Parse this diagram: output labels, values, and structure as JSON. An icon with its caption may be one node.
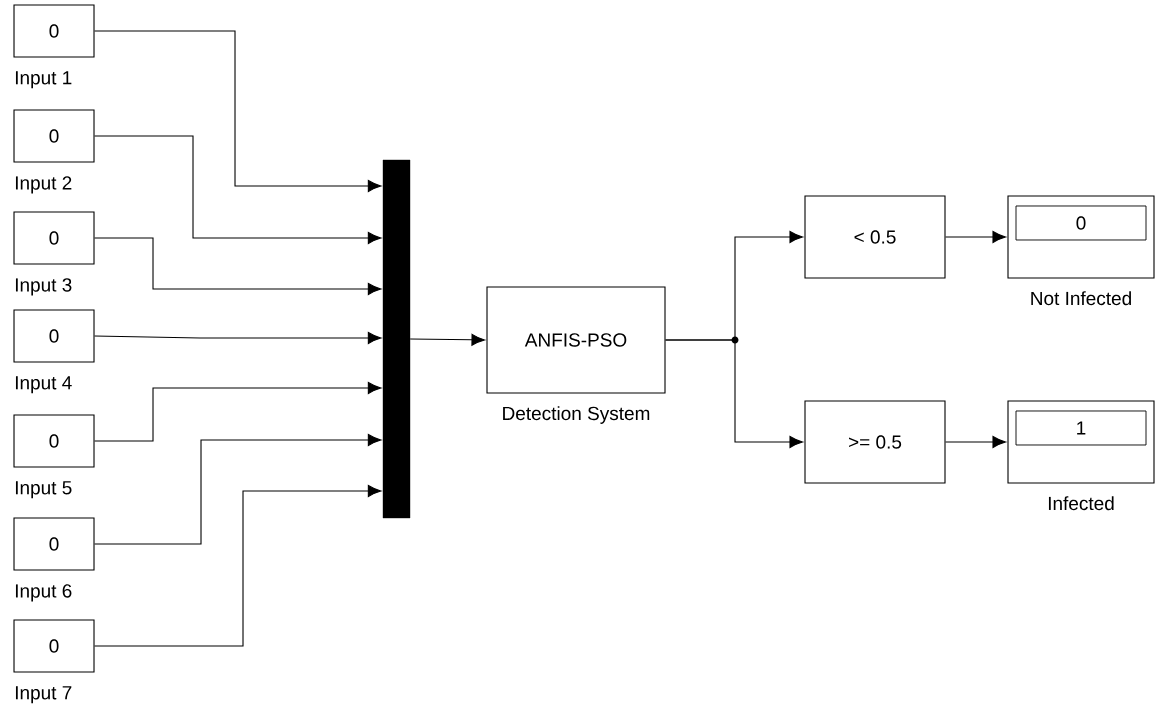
{
  "diagram": {
    "nodes": [
      {
        "text": [
          "0"
        ],
        "beside": [
          "Input 1"
        ]
      },
      {
        "text": [
          "0"
        ],
        "beside": [
          "Input 2"
        ]
      },
      {
        "text": [
          "0"
        ],
        "beside": [
          "Input 3"
        ]
      },
      {
        "text": [
          "0"
        ],
        "beside": [
          "Input 4"
        ]
      },
      {
        "text": [
          "0"
        ],
        "beside": [
          "Input 5"
        ]
      },
      {
        "text": [
          "0"
        ],
        "beside": [
          "Input 6"
        ]
      },
      {
        "text": [
          "0"
        ],
        "beside": [
          "Input 7"
        ]
      },
      {
        "text": [],
        "shape": "bar"
      },
      {
        "text": [
          "ANFIS-PSO"
        ],
        "beside": [
          "Detection System"
        ]
      },
      {
        "text": [
          "< 0.5"
        ]
      },
      {
        "text": [
          ">= 0.5"
        ]
      },
      {
        "text": [
          "0"
        ],
        "beside": [
          "Not Infected"
        ]
      },
      {
        "text": [
          "1"
        ],
        "beside": [
          "Infected"
        ]
      }
    ],
    "edges": [
      {
        "from": 0,
        "to": 7,
        "arrow": "to"
      },
      {
        "from": 1,
        "to": 7,
        "arrow": "to"
      },
      {
        "from": 2,
        "to": 7,
        "arrow": "to"
      },
      {
        "from": 3,
        "to": 7,
        "arrow": "to"
      },
      {
        "from": 4,
        "to": 7,
        "arrow": "to"
      },
      {
        "from": 5,
        "to": 7,
        "arrow": "to"
      },
      {
        "from": 6,
        "to": 7,
        "arrow": "to"
      },
      {
        "from": 7,
        "to": 8,
        "arrow": "to"
      },
      {
        "from": 8,
        "to": 9,
        "arrow": "to"
      },
      {
        "from": 8,
        "to": 10,
        "arrow": "to"
      },
      {
        "from": 9,
        "to": 11,
        "arrow": "to"
      },
      {
        "from": 10,
        "to": 12,
        "arrow": "to"
      }
    ]
  }
}
